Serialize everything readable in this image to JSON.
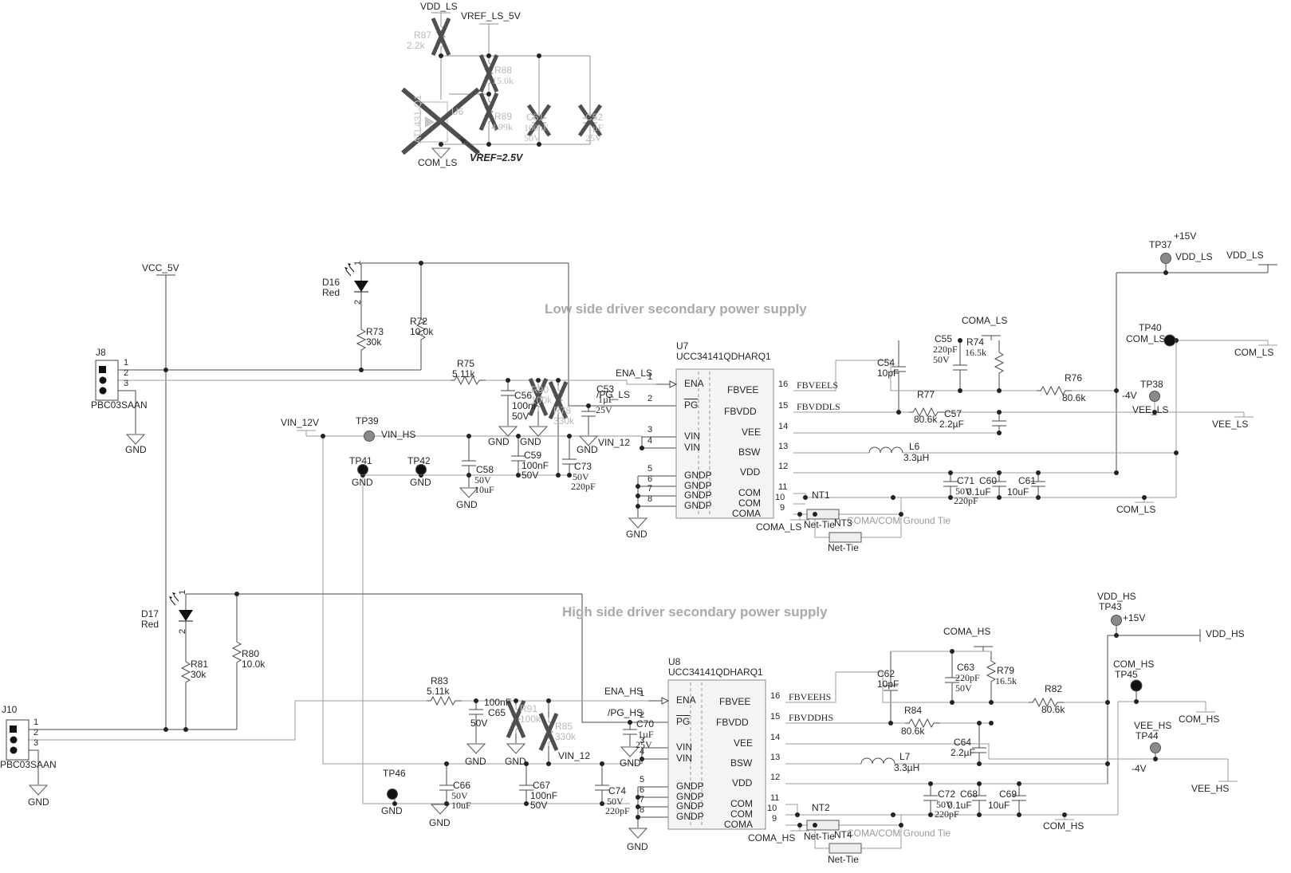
{
  "titles": {
    "low": "Low side driver secondary power supply",
    "high": "High side driver secondary power supply"
  },
  "ics": [
    {
      "ref": "U7",
      "part": "UCC34141QDHARQ1"
    },
    {
      "ref": "U8",
      "part": "UCC34141QDHARQ1"
    }
  ],
  "labels": [
    [
      "VDD_LS",
      527,
      2,
      "k"
    ],
    [
      "VREF_LS_5V",
      578,
      14,
      "k"
    ],
    [
      "R87",
      519,
      38,
      "g"
    ],
    [
      "2.2k",
      510,
      51,
      "g"
    ],
    [
      "R88",
      620,
      82,
      "g"
    ],
    [
      "15.0k",
      617,
      95,
      "gs"
    ],
    [
      "R89",
      620,
      140,
      "g"
    ],
    [
      "4.99k",
      616,
      153,
      "gs"
    ],
    [
      "C51",
      660,
      141,
      "g"
    ],
    [
      "100nF",
      657,
      154,
      "gs"
    ],
    [
      "50V",
      657,
      167,
      "gs"
    ],
    [
      "C52",
      734,
      141,
      "g"
    ],
    [
      "1µF",
      737,
      154,
      "gs"
    ],
    [
      "25V",
      734,
      167,
      "gs"
    ],
    [
      "U6",
      566,
      134,
      "g"
    ],
    [
      "ATL431-Q1",
      518,
      180,
      "gv"
    ],
    [
      "COM_LS",
      524,
      198,
      "k"
    ],
    [
      "VREF=2.5V",
      589,
      192,
      "bi"
    ],
    [
      "Low side driver secondary power supply",
      683,
      379,
      "t"
    ],
    [
      "VCC_5V",
      178,
      330,
      "k"
    ],
    [
      "D16",
      404,
      348,
      "k"
    ],
    [
      "Red",
      404,
      361,
      "k"
    ],
    [
      "1",
      444,
      333,
      "v"
    ],
    [
      "2",
      444,
      382,
      "v"
    ],
    [
      "R73",
      459,
      410,
      "k"
    ],
    [
      "30k",
      459,
      423,
      "k"
    ],
    [
      "R72",
      514,
      397,
      "k"
    ],
    [
      "10.0k",
      514,
      410,
      "k"
    ],
    [
      "J8",
      120,
      436,
      "k"
    ],
    [
      "1",
      155,
      450,
      "p"
    ],
    [
      "2",
      155,
      463,
      "p"
    ],
    [
      "3",
      155,
      476,
      "p"
    ],
    [
      "PBC03SAAN",
      114,
      502,
      "k"
    ],
    [
      "GND",
      157,
      558,
      "k"
    ],
    [
      "R75",
      573,
      450,
      "k"
    ],
    [
      "5.11k",
      567,
      463,
      "k"
    ],
    [
      "ENA_LS",
      772,
      462,
      "k"
    ],
    [
      "/PG_LS",
      748,
      489,
      "k"
    ],
    [
      "C56",
      645,
      490,
      "k"
    ],
    [
      "100nF",
      642,
      503,
      "k"
    ],
    [
      "50V",
      642,
      516,
      "k"
    ],
    [
      "R90",
      666,
      483,
      "g"
    ],
    [
      "100k",
      666,
      496,
      "g"
    ],
    [
      "R78",
      694,
      509,
      "g"
    ],
    [
      "330k",
      694,
      522,
      "g"
    ],
    [
      "C53",
      748,
      482,
      "k"
    ],
    [
      "1µF",
      750,
      495,
      "s"
    ],
    [
      "25V",
      747,
      508,
      "s"
    ],
    [
      "GND",
      612,
      548,
      "k"
    ],
    [
      "GND",
      652,
      548,
      "k"
    ],
    [
      "GND",
      723,
      558,
      "k"
    ],
    [
      "VIN_12",
      750,
      549,
      "k"
    ],
    [
      "VIN_12V",
      352,
      524,
      "k"
    ],
    [
      "TP39",
      446,
      522,
      "k"
    ],
    [
      "VIN_HS",
      478,
      539,
      "k"
    ],
    [
      "TP41",
      438,
      572,
      "k"
    ],
    [
      "TP42",
      511,
      572,
      "k"
    ],
    [
      "GND",
      441,
      599,
      "k"
    ],
    [
      "GND",
      514,
      599,
      "k"
    ],
    [
      "C58",
      597,
      583,
      "k"
    ],
    [
      "50V",
      595,
      596,
      "s"
    ],
    [
      "10uF",
      595,
      608,
      "s"
    ],
    [
      "GND",
      572,
      627,
      "k"
    ],
    [
      "C59",
      657,
      565,
      "k"
    ],
    [
      "100nF",
      654,
      578,
      "k"
    ],
    [
      "50V",
      654,
      590,
      "k"
    ],
    [
      "C73",
      720,
      579,
      "k"
    ],
    [
      "50V",
      718,
      592,
      "s"
    ],
    [
      "220pF",
      716,
      604,
      "s"
    ],
    [
      "GND",
      785,
      664,
      "k"
    ],
    [
      "U7",
      848,
      428,
      "k"
    ],
    [
      "UCC34141QDHARQ1",
      848,
      441,
      "k"
    ],
    [
      "1",
      812,
      468,
      "p"
    ],
    [
      "2",
      812,
      495,
      "p"
    ],
    [
      "3",
      812,
      534,
      "p"
    ],
    [
      "4",
      812,
      548,
      "p"
    ],
    [
      "5",
      812,
      583,
      "p"
    ],
    [
      "6",
      812,
      596,
      "p"
    ],
    [
      "7",
      812,
      608,
      "p"
    ],
    [
      "8",
      812,
      621,
      "p"
    ],
    [
      "ENA",
      858,
      475,
      "k"
    ],
    [
      "PG",
      858,
      502,
      "ol"
    ],
    [
      "VIN",
      858,
      541,
      "k"
    ],
    [
      "VIN",
      858,
      555,
      "k"
    ],
    [
      "GNDP",
      858,
      590,
      "k"
    ],
    [
      "GNDP",
      858,
      603,
      "k"
    ],
    [
      "GNDP",
      858,
      615,
      "k"
    ],
    [
      "GNDP",
      858,
      628,
      "k"
    ],
    [
      "FBVEE",
      912,
      483,
      "k"
    ],
    [
      "FBVDD",
      908,
      510,
      "k"
    ],
    [
      "VEE",
      930,
      536,
      "k"
    ],
    [
      "BSW",
      926,
      561,
      "k"
    ],
    [
      "VDD",
      928,
      586,
      "k"
    ],
    [
      "COM",
      926,
      612,
      "k"
    ],
    [
      "COM",
      926,
      625,
      "k"
    ],
    [
      "COMA",
      918,
      638,
      "k"
    ],
    [
      "16",
      976,
      477,
      "p"
    ],
    [
      "15",
      976,
      504,
      "p"
    ],
    [
      "14",
      976,
      530,
      "p"
    ],
    [
      "13",
      976,
      555,
      "p"
    ],
    [
      "12",
      976,
      580,
      "p"
    ],
    [
      "11",
      976,
      606,
      "p"
    ],
    [
      "10",
      972,
      619,
      "p"
    ],
    [
      "9",
      978,
      632,
      "p"
    ],
    [
      "FBVEELS",
      999,
      477,
      "s"
    ],
    [
      "FBVDDLS",
      999,
      504,
      "s"
    ],
    [
      "COMA_LS",
      1206,
      396,
      "k"
    ],
    [
      "C54",
      1100,
      449,
      "k"
    ],
    [
      "10pF",
      1100,
      462,
      "k"
    ],
    [
      "C55",
      1172,
      419,
      "k"
    ],
    [
      "220pF",
      1170,
      432,
      "s"
    ],
    [
      "50V",
      1170,
      445,
      "s"
    ],
    [
      "R74",
      1212,
      423,
      "k"
    ],
    [
      "16.5k",
      1210,
      436,
      "s"
    ],
    [
      "R76",
      1335,
      468,
      "k"
    ],
    [
      "80.6k",
      1332,
      493,
      "k"
    ],
    [
      "R77",
      1150,
      489,
      "k"
    ],
    [
      "80.6k",
      1146,
      520,
      "k"
    ],
    [
      "C57",
      1184,
      513,
      "k"
    ],
    [
      "2.2µF",
      1178,
      526,
      "k"
    ],
    [
      "L6",
      1140,
      554,
      "k"
    ],
    [
      "3.3µH",
      1133,
      568,
      "k"
    ],
    [
      "TP37",
      1441,
      301,
      "k"
    ],
    [
      "+15V",
      1472,
      290,
      "k"
    ],
    [
      "VDD_LS",
      1474,
      316,
      "k"
    ],
    [
      "VDD_LS",
      1538,
      314,
      "k"
    ],
    [
      "TP40",
      1428,
      405,
      "k"
    ],
    [
      "COM_LS",
      1412,
      419,
      "k"
    ],
    [
      "COM_LS",
      1548,
      436,
      "k"
    ],
    [
      "TP38",
      1430,
      476,
      "k"
    ],
    [
      "-4V",
      1407,
      490,
      "k"
    ],
    [
      "VEE_LS",
      1420,
      508,
      "k"
    ],
    [
      "VEE_LS",
      1520,
      526,
      "k"
    ],
    [
      "C71",
      1200,
      597,
      "k"
    ],
    [
      "50V",
      1198,
      610,
      "s"
    ],
    [
      "220pF",
      1196,
      622,
      "s"
    ],
    [
      "C60",
      1228,
      597,
      "k"
    ],
    [
      "0.1uF",
      1212,
      611,
      "k"
    ],
    [
      "C61",
      1277,
      597,
      "k"
    ],
    [
      "10uF",
      1263,
      611,
      "k"
    ],
    [
      "COM_LS",
      1400,
      633,
      "k"
    ],
    [
      "NT1",
      1018,
      615,
      "k"
    ],
    [
      "Net-Tie",
      1008,
      652,
      "k"
    ],
    [
      "COMA_LS",
      948,
      655,
      "k"
    ],
    [
      "COMA/COM Ground Tie",
      1062,
      647,
      "gy"
    ],
    [
      "NT3",
      1046,
      650,
      "k"
    ],
    [
      "Net-Tie",
      1038,
      681,
      "k"
    ],
    [
      "High side driver secondary power supply",
      705,
      759,
      "t"
    ],
    [
      "D17",
      177,
      764,
      "k"
    ],
    [
      "Red",
      177,
      777,
      "k"
    ],
    [
      "1",
      224,
      746,
      "v"
    ],
    [
      "2",
      224,
      795,
      "v"
    ],
    [
      "R81",
      239,
      827,
      "k"
    ],
    [
      "30k",
      239,
      840,
      "k"
    ],
    [
      "R80",
      303,
      814,
      "k"
    ],
    [
      "10.0k",
      303,
      827,
      "k"
    ],
    [
      "J10",
      2,
      884,
      "k"
    ],
    [
      "1",
      42,
      901,
      "p"
    ],
    [
      "2",
      42,
      914,
      "p"
    ],
    [
      "3",
      42,
      927,
      "p"
    ],
    [
      "PBC03SAAN",
      0,
      953,
      "k"
    ],
    [
      "GND",
      35,
      1000,
      "k"
    ],
    [
      "R83",
      540,
      848,
      "k"
    ],
    [
      "5.11k",
      535,
      861,
      "k"
    ],
    [
      "100nF",
      607,
      875,
      "k"
    ],
    [
      "C65",
      612,
      888,
      "k"
    ],
    [
      "50V",
      590,
      901,
      "k"
    ],
    [
      "R91",
      652,
      883,
      "g"
    ],
    [
      "100k",
      652,
      896,
      "g"
    ],
    [
      "R85",
      696,
      905,
      "g"
    ],
    [
      "330k",
      696,
      918,
      "g"
    ],
    [
      "C70",
      798,
      902,
      "k"
    ],
    [
      "1µF",
      800,
      915,
      "s"
    ],
    [
      "25V",
      797,
      928,
      "s"
    ],
    [
      "ENA_HS",
      758,
      861,
      "k"
    ],
    [
      "/PG_HS",
      762,
      888,
      "k"
    ],
    [
      "GND",
      583,
      949,
      "k"
    ],
    [
      "GND",
      633,
      949,
      "k"
    ],
    [
      "GND",
      777,
      951,
      "k"
    ],
    [
      "VIN_12",
      700,
      942,
      "k"
    ],
    [
      "TP46",
      480,
      964,
      "k"
    ],
    [
      "GND",
      478,
      1011,
      "k"
    ],
    [
      "C66",
      568,
      979,
      "k"
    ],
    [
      "50V",
      566,
      992,
      "s"
    ],
    [
      "10uF",
      566,
      1004,
      "s"
    ],
    [
      "GND",
      538,
      1026,
      "k"
    ],
    [
      "C67",
      668,
      979,
      "k"
    ],
    [
      "100nF",
      665,
      992,
      "k"
    ],
    [
      "50V",
      665,
      1004,
      "k"
    ],
    [
      "C74",
      763,
      986,
      "k"
    ],
    [
      "50V",
      761,
      999,
      "s"
    ],
    [
      "220pF",
      759,
      1011,
      "s"
    ],
    [
      "U8",
      838,
      824,
      "k"
    ],
    [
      "UCC34141QDHARQ1",
      838,
      837,
      "k"
    ],
    [
      "1",
      802,
      865,
      "p"
    ],
    [
      "2",
      802,
      892,
      "p"
    ],
    [
      "3",
      802,
      924,
      "p"
    ],
    [
      "4",
      802,
      938,
      "p"
    ],
    [
      "5",
      802,
      973,
      "p"
    ],
    [
      "6",
      802,
      986,
      "p"
    ],
    [
      "7",
      802,
      998,
      "p"
    ],
    [
      "8",
      802,
      1011,
      "p"
    ],
    [
      "ENA",
      848,
      872,
      "k"
    ],
    [
      "PG",
      848,
      899,
      "ol"
    ],
    [
      "VIN",
      848,
      931,
      "k"
    ],
    [
      "VIN",
      848,
      945,
      "k"
    ],
    [
      "GNDP",
      848,
      980,
      "k"
    ],
    [
      "GNDP",
      848,
      993,
      "k"
    ],
    [
      "GNDP",
      848,
      1005,
      "k"
    ],
    [
      "GNDP",
      848,
      1018,
      "k"
    ],
    [
      "FBVEE",
      902,
      874,
      "k"
    ],
    [
      "FBVDD",
      898,
      900,
      "k"
    ],
    [
      "VEE",
      920,
      926,
      "k"
    ],
    [
      "BSW",
      916,
      951,
      "k"
    ],
    [
      "VDD",
      918,
      976,
      "k"
    ],
    [
      "COM",
      916,
      1002,
      "k"
    ],
    [
      "COM",
      916,
      1015,
      "k"
    ],
    [
      "COMA",
      908,
      1028,
      "k"
    ],
    [
      "16",
      966,
      868,
      "p"
    ],
    [
      "15",
      966,
      894,
      "p"
    ],
    [
      "14",
      966,
      920,
      "p"
    ],
    [
      "13",
      966,
      945,
      "p"
    ],
    [
      "12",
      966,
      970,
      "p"
    ],
    [
      "11",
      966,
      996,
      "p"
    ],
    [
      "10",
      962,
      1009,
      "p"
    ],
    [
      "9",
      968,
      1022,
      "p"
    ],
    [
      "FBVEEHS",
      989,
      868,
      "s"
    ],
    [
      "FBVDDHS",
      989,
      894,
      "s"
    ],
    [
      "COMA_HS",
      1183,
      786,
      "k"
    ],
    [
      "C62",
      1100,
      839,
      "k"
    ],
    [
      "10pF",
      1100,
      852,
      "k"
    ],
    [
      "C63",
      1200,
      831,
      "k"
    ],
    [
      "220pF",
      1198,
      844,
      "s"
    ],
    [
      "50V",
      1198,
      857,
      "s"
    ],
    [
      "R79",
      1250,
      835,
      "k"
    ],
    [
      "16.5k",
      1248,
      848,
      "s"
    ],
    [
      "R82",
      1310,
      858,
      "k"
    ],
    [
      "80.6k",
      1306,
      884,
      "k"
    ],
    [
      "R84",
      1134,
      885,
      "k"
    ],
    [
      "80.6k",
      1130,
      911,
      "k"
    ],
    [
      "C64",
      1196,
      925,
      "k"
    ],
    [
      "2.2µF",
      1192,
      938,
      "k"
    ],
    [
      "L7",
      1128,
      943,
      "k"
    ],
    [
      "3.3µH",
      1121,
      957,
      "k"
    ],
    [
      "VDD_HS",
      1376,
      742,
      "k"
    ],
    [
      "TP43",
      1378,
      755,
      "k"
    ],
    [
      "+15V",
      1408,
      769,
      "k"
    ],
    [
      "VDD_HS",
      1512,
      789,
      "k"
    ],
    [
      "COM_HS",
      1396,
      827,
      "k"
    ],
    [
      "TP45",
      1398,
      840,
      "k"
    ],
    [
      "COM_HS",
      1478,
      896,
      "k"
    ],
    [
      "VEE_HS",
      1422,
      904,
      "k"
    ],
    [
      "TP44",
      1424,
      917,
      "k"
    ],
    [
      "-4V",
      1419,
      958,
      "k"
    ],
    [
      "VEE_HS",
      1494,
      983,
      "k"
    ],
    [
      "C72",
      1176,
      990,
      "k"
    ],
    [
      "50V",
      1174,
      1003,
      "s"
    ],
    [
      "220pF",
      1172,
      1015,
      "s"
    ],
    [
      "C68",
      1204,
      990,
      "k"
    ],
    [
      "0.1uF",
      1188,
      1004,
      "k"
    ],
    [
      "C69",
      1253,
      990,
      "k"
    ],
    [
      "10uF",
      1239,
      1004,
      "k"
    ],
    [
      "COM_HS",
      1308,
      1030,
      "k"
    ],
    [
      "NT2",
      1018,
      1007,
      "k"
    ],
    [
      "Net-Tie",
      1008,
      1043,
      "k"
    ],
    [
      "COMA_HS",
      938,
      1045,
      "k"
    ],
    [
      "COMA/COM Ground Tie",
      1062,
      1039,
      "gy"
    ],
    [
      "NT4",
      1046,
      1041,
      "k"
    ],
    [
      "Net-Tie",
      1038,
      1072,
      "k"
    ],
    [
      "GND",
      786,
      1056,
      "k"
    ]
  ]
}
